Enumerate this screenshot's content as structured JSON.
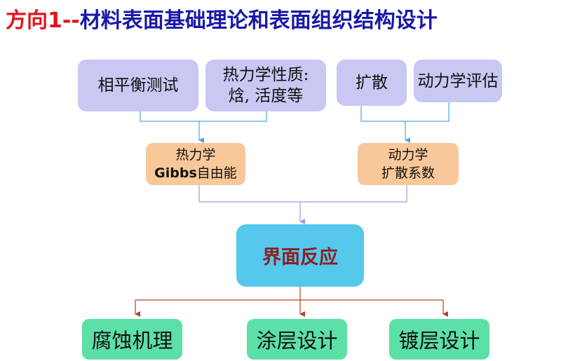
{
  "title": {
    "prefix": "方向1--",
    "main": "材料表面基础理论和表面组织结构设计"
  },
  "top_boxes": {
    "phase_test": "相平衡测试",
    "thermo_line1": "热力学性质:",
    "thermo_line2": "焓, 活度等",
    "diffusion": "扩散",
    "kinetics_eval": "动力学评估"
  },
  "mid_boxes": {
    "thermo_line1": "热力学",
    "thermo_gibbs": "Gibbs",
    "thermo_free_energy": "自由能",
    "kinetics_line1": "动力学",
    "kinetics_line2": "扩散系数"
  },
  "center_box": {
    "label": "界面反应"
  },
  "bottom_boxes": {
    "corrosion": "腐蚀机理",
    "coating": "涂层设计",
    "plating": "镀层设计"
  },
  "colors": {
    "title_prefix": "#e0141e",
    "title_main": "#1818a8",
    "top_box": "#c8c8f2",
    "mid_box": "#f8c79a",
    "center_box": "#55c8ec",
    "center_text": "#8b2020",
    "bottom_box": "#5ce0a8",
    "top_connector": "#4aa8e6",
    "mid_connector": "#9a9ae8",
    "bottom_connector": "#b84020"
  }
}
